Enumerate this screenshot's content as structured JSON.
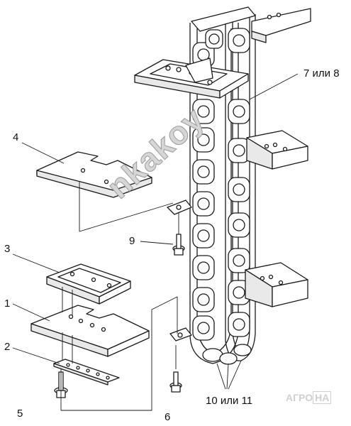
{
  "callouts": {
    "c1": "1",
    "c2": "2",
    "c3": "3",
    "c4": "4",
    "c5": "5",
    "c6": "6",
    "c9": "9",
    "c78": "7 или 8",
    "c1011": "10 или 11"
  },
  "watermark": "nkakoy",
  "logo": {
    "part1": "АГРО",
    "part2": "НА"
  },
  "colors": {
    "line": "#1a1a1a",
    "fill": "#ffffff",
    "shade": "#e9e9e9"
  }
}
